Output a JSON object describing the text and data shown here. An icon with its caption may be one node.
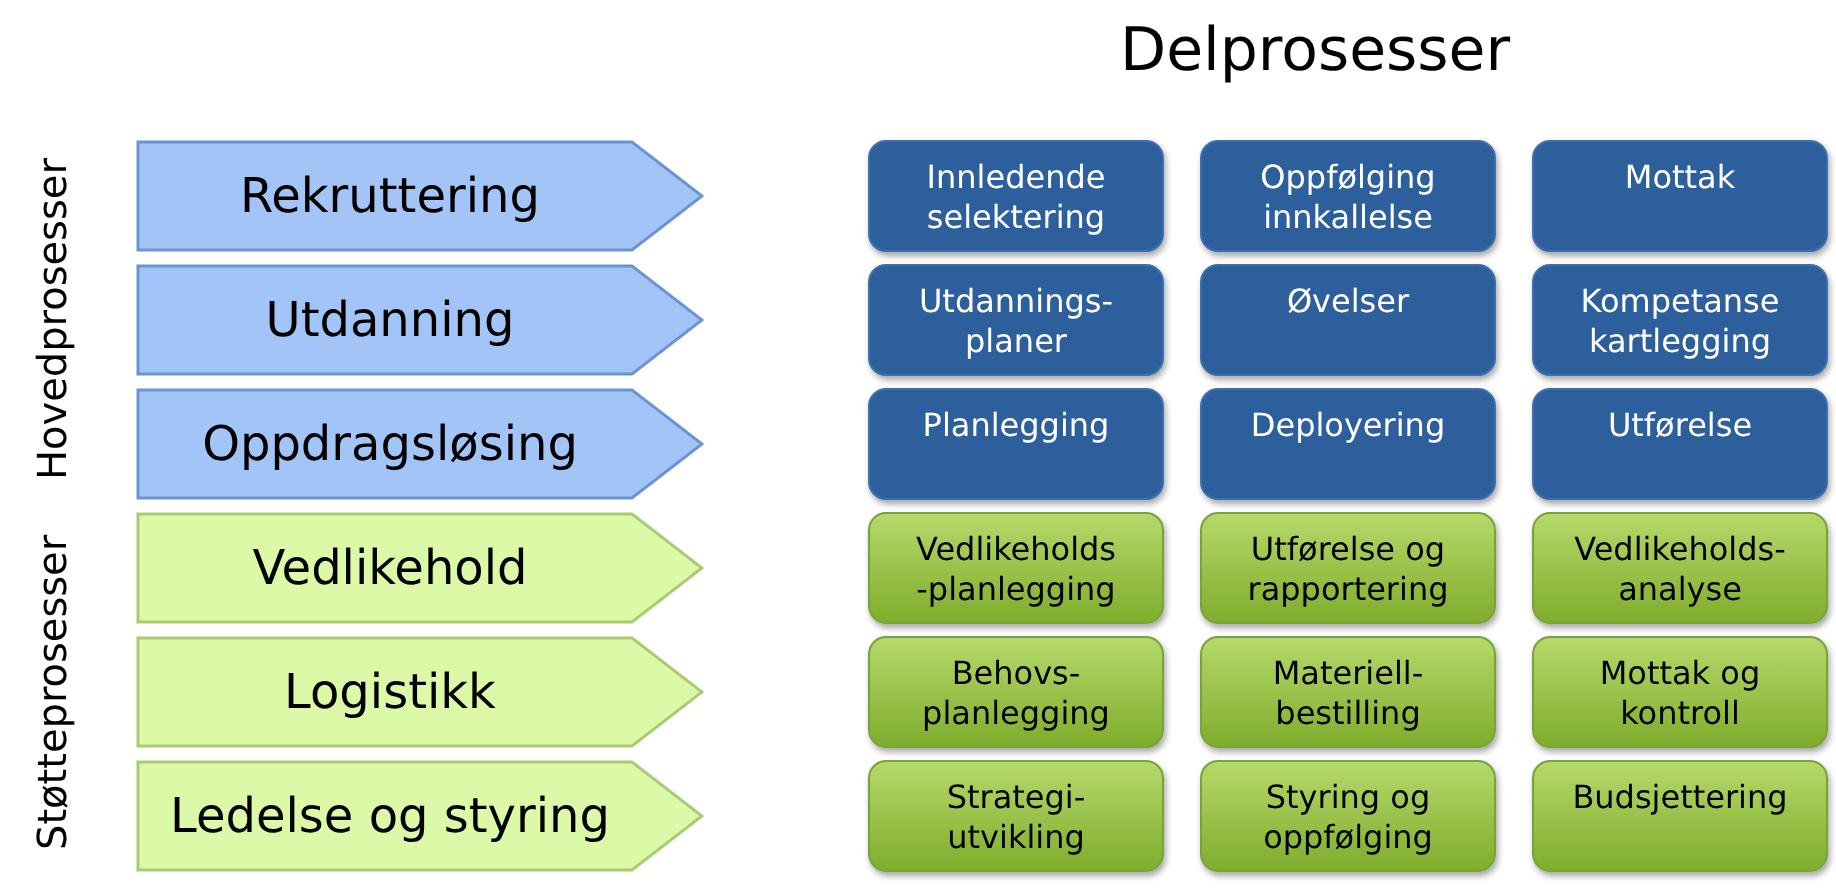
{
  "diagram": {
    "title": "Delprosesser",
    "nodes": [
      {
        "text": [
          "Rekruttering"
        ]
      },
      {
        "text": [
          "Innledende selektering"
        ]
      },
      {
        "text": [
          "Oppfølging innkallelse"
        ]
      },
      {
        "text": [
          "Mottak"
        ]
      },
      {
        "text": [
          "Utdanning"
        ]
      },
      {
        "text": [
          "Utdannings- planer"
        ]
      },
      {
        "text": [
          "Øvelser"
        ]
      },
      {
        "text": [
          "Kompetanse kartlegging"
        ]
      },
      {
        "text": [
          "Oppdragsløsing"
        ]
      },
      {
        "text": [
          "Planlegging"
        ]
      },
      {
        "text": [
          "Deployering"
        ]
      },
      {
        "text": [
          "Utførelse"
        ]
      },
      {
        "text": [
          "Vedlikehold"
        ]
      },
      {
        "text": [
          "Vedlikeholds -planlegging"
        ]
      },
      {
        "text": [
          "Utførelse og rapportering"
        ]
      },
      {
        "text": [
          "Vedlikeholds- analyse"
        ]
      },
      {
        "text": [
          "Logistikk"
        ]
      },
      {
        "text": [
          "Behovs- planlegging"
        ]
      },
      {
        "text": [
          "Materiell- bestilling"
        ]
      },
      {
        "text": [
          "Mottak og kontroll"
        ]
      },
      {
        "text": [
          "Ledelse og styring"
        ]
      },
      {
        "text": [
          "Strategi- utvikling"
        ]
      },
      {
        "text": [
          "Styring og oppfølging"
        ]
      },
      {
        "text": [
          "Budsjettering"
        ]
      }
    ],
    "labels": [
      "Hovedprosesser",
      "Støtteprosesser"
    ]
  }
}
